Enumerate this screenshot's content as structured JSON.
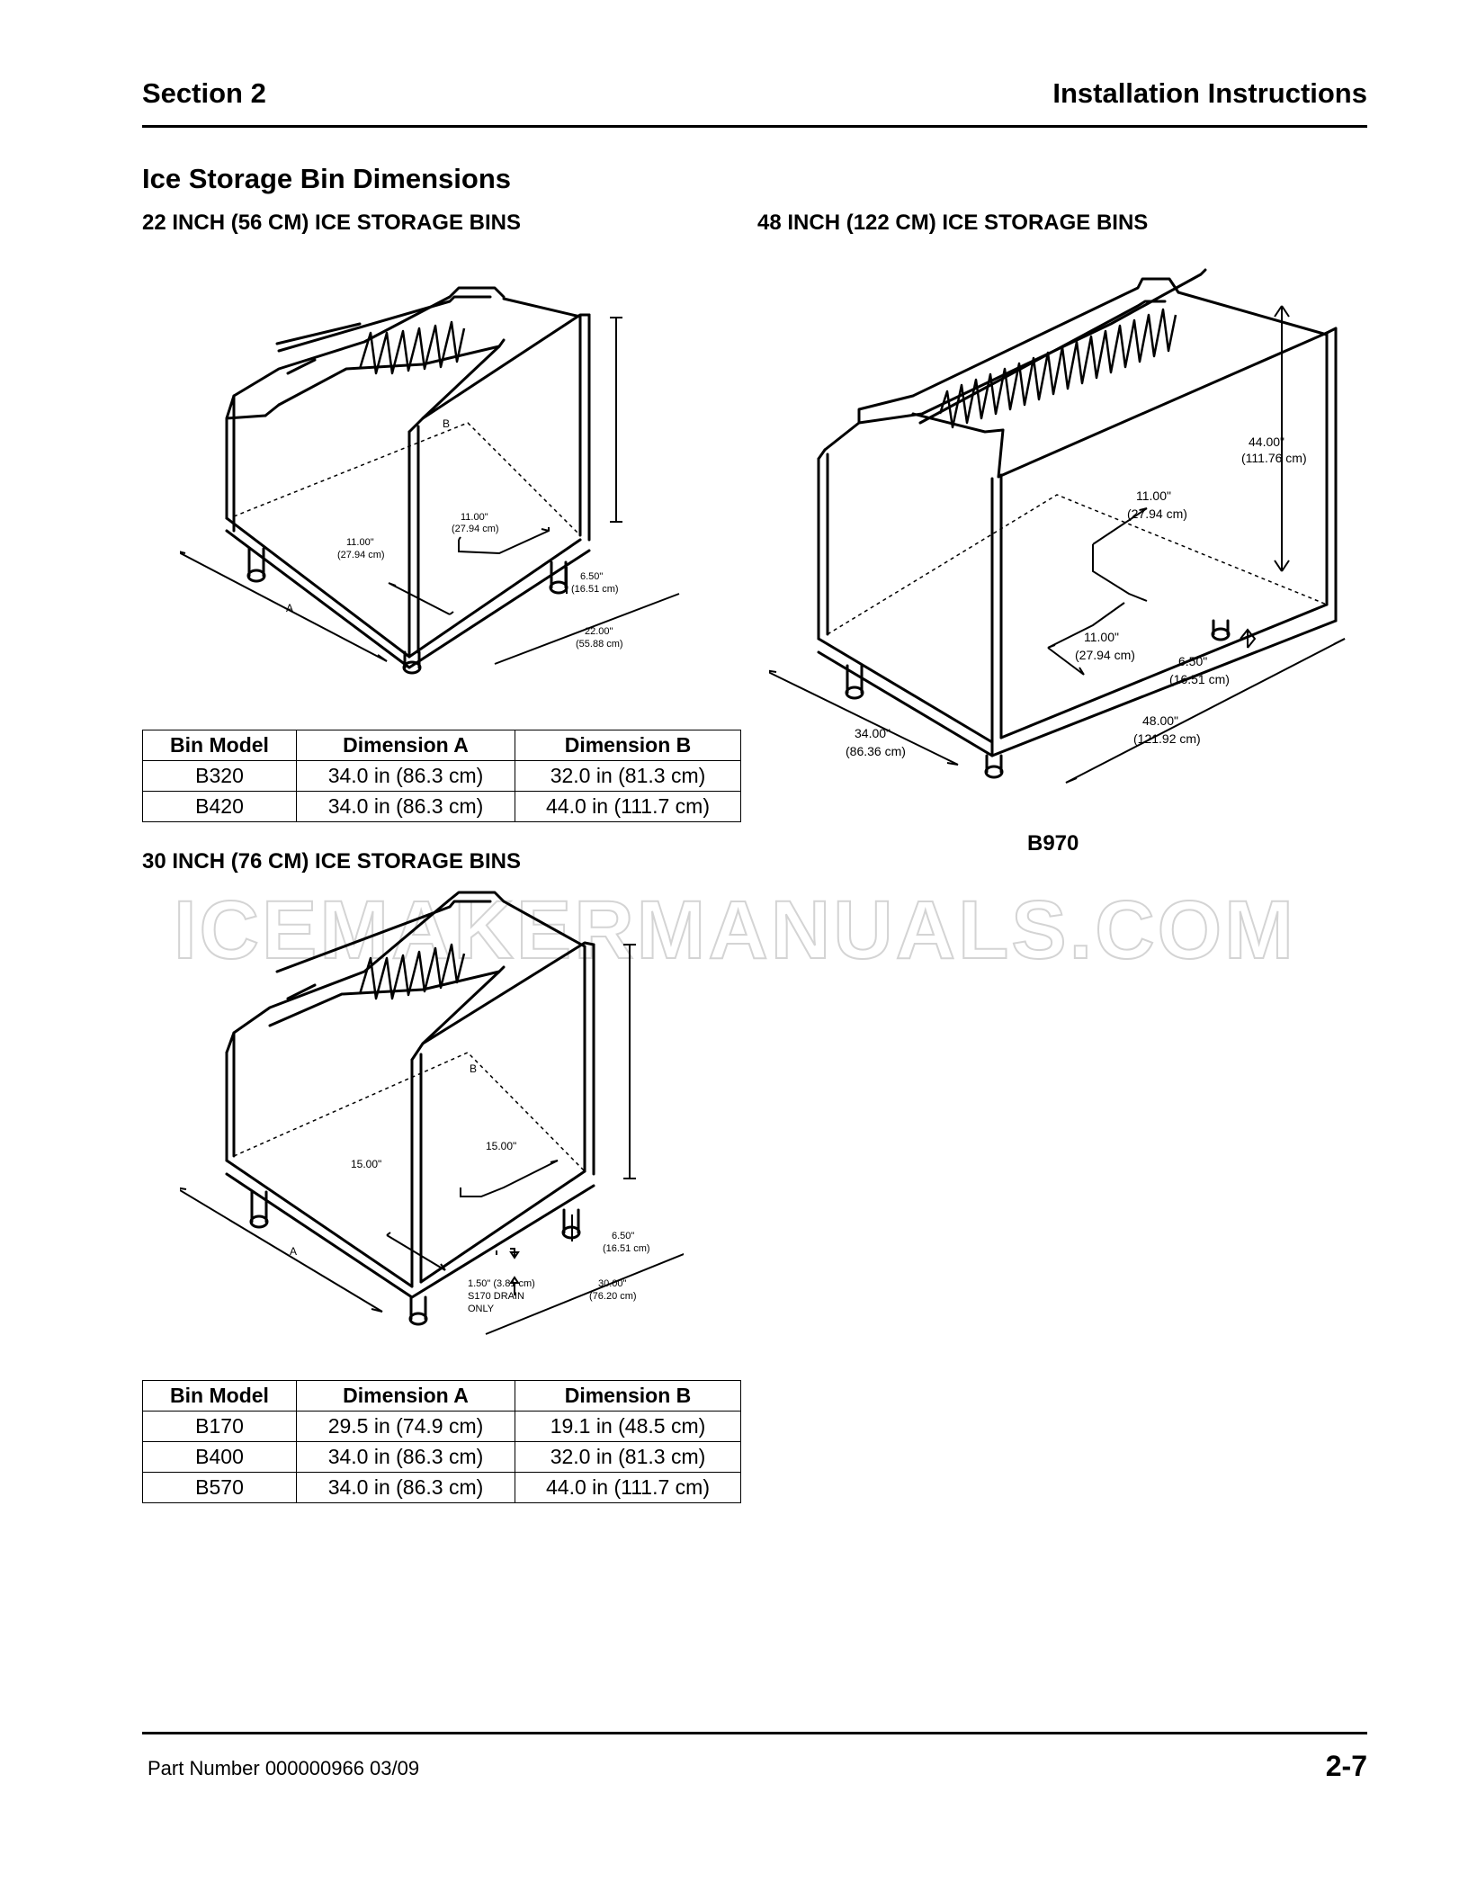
{
  "header": {
    "section": "Section 2",
    "title": "Installation Instructions"
  },
  "page_heading": "Ice Storage Bin Dimensions",
  "bins_22": {
    "heading": "22 INCH (56 CM) ICE STORAGE BINS",
    "figure": {
      "b": "B",
      "a": "A",
      "dim1_in": "11.00\"",
      "dim1_cm": "(27.94 cm)",
      "dim2_in": "11.00\"",
      "dim2_cm": "(27.94 cm)",
      "leg_in": "6.50\"",
      "leg_cm": "(16.51 cm)",
      "width_in": "22.00\"",
      "width_cm": "(55.88 cm)"
    },
    "table": {
      "headers": [
        "Bin Model",
        "Dimension A",
        "Dimension B"
      ],
      "rows": [
        [
          "B320",
          "34.0 in (86.3 cm)",
          "32.0 in (81.3 cm)"
        ],
        [
          "B420",
          "34.0 in (86.3 cm)",
          "44.0 in (111.7 cm)"
        ]
      ]
    }
  },
  "bins_48": {
    "heading": "48 INCH (122 CM) ICE STORAGE BINS",
    "figure": {
      "height_in": "44.00\"",
      "height_cm": "(111.76 cm)",
      "dim1_in": "11.00\"",
      "dim1_cm": "(27.94 cm)",
      "dim2_in": "11.00\"",
      "dim2_cm": "(27.94 cm)",
      "leg_in": "6.50\"",
      "leg_cm": "(16.51 cm)",
      "depth_in": "34.00\"",
      "depth_cm": "(86.36 cm)",
      "width_in": "48.00\"",
      "width_cm": "(121.92 cm)"
    },
    "caption": "B970"
  },
  "watermark": "ICEMAKERMANUALS.COM",
  "bins_30": {
    "heading": "30 INCH (76 CM) ICE STORAGE BINS",
    "figure": {
      "b": "B",
      "a": "A",
      "dim1": "15.00\"",
      "dim2": "15.00\"",
      "leg_in": "6.50\"",
      "leg_cm": "(16.51 cm)",
      "drain_line1": "1.50\" (3.81 cm)",
      "drain_line2": "S170 DRAIN",
      "drain_line3": "ONLY",
      "width_in": "30.00\"",
      "width_cm": "(76.20 cm)"
    },
    "table": {
      "headers": [
        "Bin Model",
        "Dimension A",
        "Dimension B"
      ],
      "rows": [
        [
          "B170",
          "29.5 in (74.9 cm)",
          "19.1 in (48.5 cm)"
        ],
        [
          "B400",
          "34.0 in (86.3 cm)",
          "32.0 in (81.3 cm)"
        ],
        [
          "B570",
          "34.0 in (86.3 cm)",
          "44.0 in (111.7 cm)"
        ]
      ]
    }
  },
  "footer": {
    "part_number": "Part Number 000000966 03/09",
    "page": "2-7"
  }
}
